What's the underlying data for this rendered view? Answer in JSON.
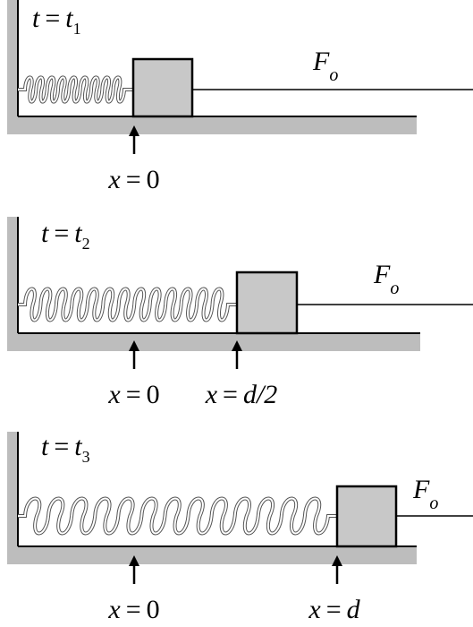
{
  "panels": [
    {
      "time": {
        "lhs": "t",
        "eq": "=",
        "var": "t",
        "sub": "1"
      },
      "force": {
        "main": "F",
        "sub": "o"
      },
      "markers": [
        {
          "lhs": "x",
          "eq": "=",
          "rhs": "0"
        }
      ]
    },
    {
      "time": {
        "lhs": "t",
        "eq": "=",
        "var": "t",
        "sub": "2"
      },
      "force": {
        "main": "F",
        "sub": "o"
      },
      "markers": [
        {
          "lhs": "x",
          "eq": "=",
          "rhs": "0"
        },
        {
          "lhs": "x",
          "eq": "=",
          "rhs": "d/2"
        }
      ]
    },
    {
      "time": {
        "lhs": "t",
        "eq": "=",
        "var": "t",
        "sub": "3"
      },
      "force": {
        "main": "F",
        "sub": "o"
      },
      "markers": [
        {
          "lhs": "x",
          "eq": "=",
          "rhs": "0"
        },
        {
          "lhs": "x",
          "eq": "=",
          "rhs": "d"
        }
      ]
    }
  ],
  "colors": {
    "wall_shadow": "#bdbdbd",
    "block_fill": "#c8c8c8",
    "spring_stroke": "#555555",
    "spring_fill": "#ffffff",
    "line": "#000000"
  }
}
